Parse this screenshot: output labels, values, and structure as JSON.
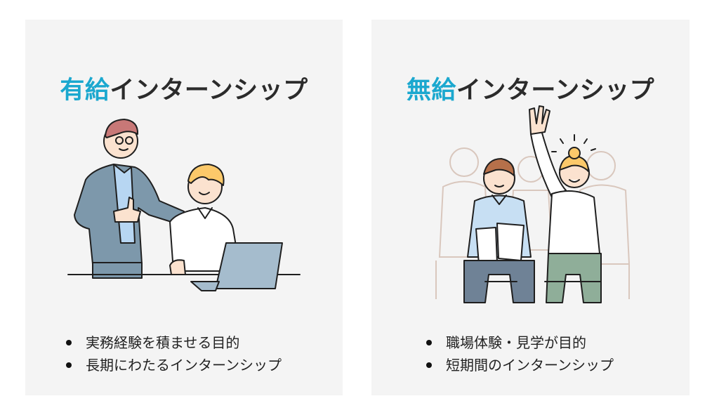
{
  "panels": [
    {
      "id": "paid",
      "title_accent": "有給",
      "title_rest": "インターンシップ",
      "illustration": "mentor-giving-thumbs-up-to-seated-intern-with-laptop",
      "bullets": [
        "実務経験を積ませる目的",
        "長期にわたるインターンシップ"
      ]
    },
    {
      "id": "unpaid",
      "title_accent": "無給",
      "title_rest": "インターンシップ",
      "illustration": "seated-participants-one-raising-hand",
      "bullets": [
        "職場体験・見学が目的",
        "短期間のインターンシップ"
      ]
    }
  ],
  "colors": {
    "accent": "#1ba8cf",
    "panel_bg": "#f4f4f4",
    "text": "#222222"
  }
}
